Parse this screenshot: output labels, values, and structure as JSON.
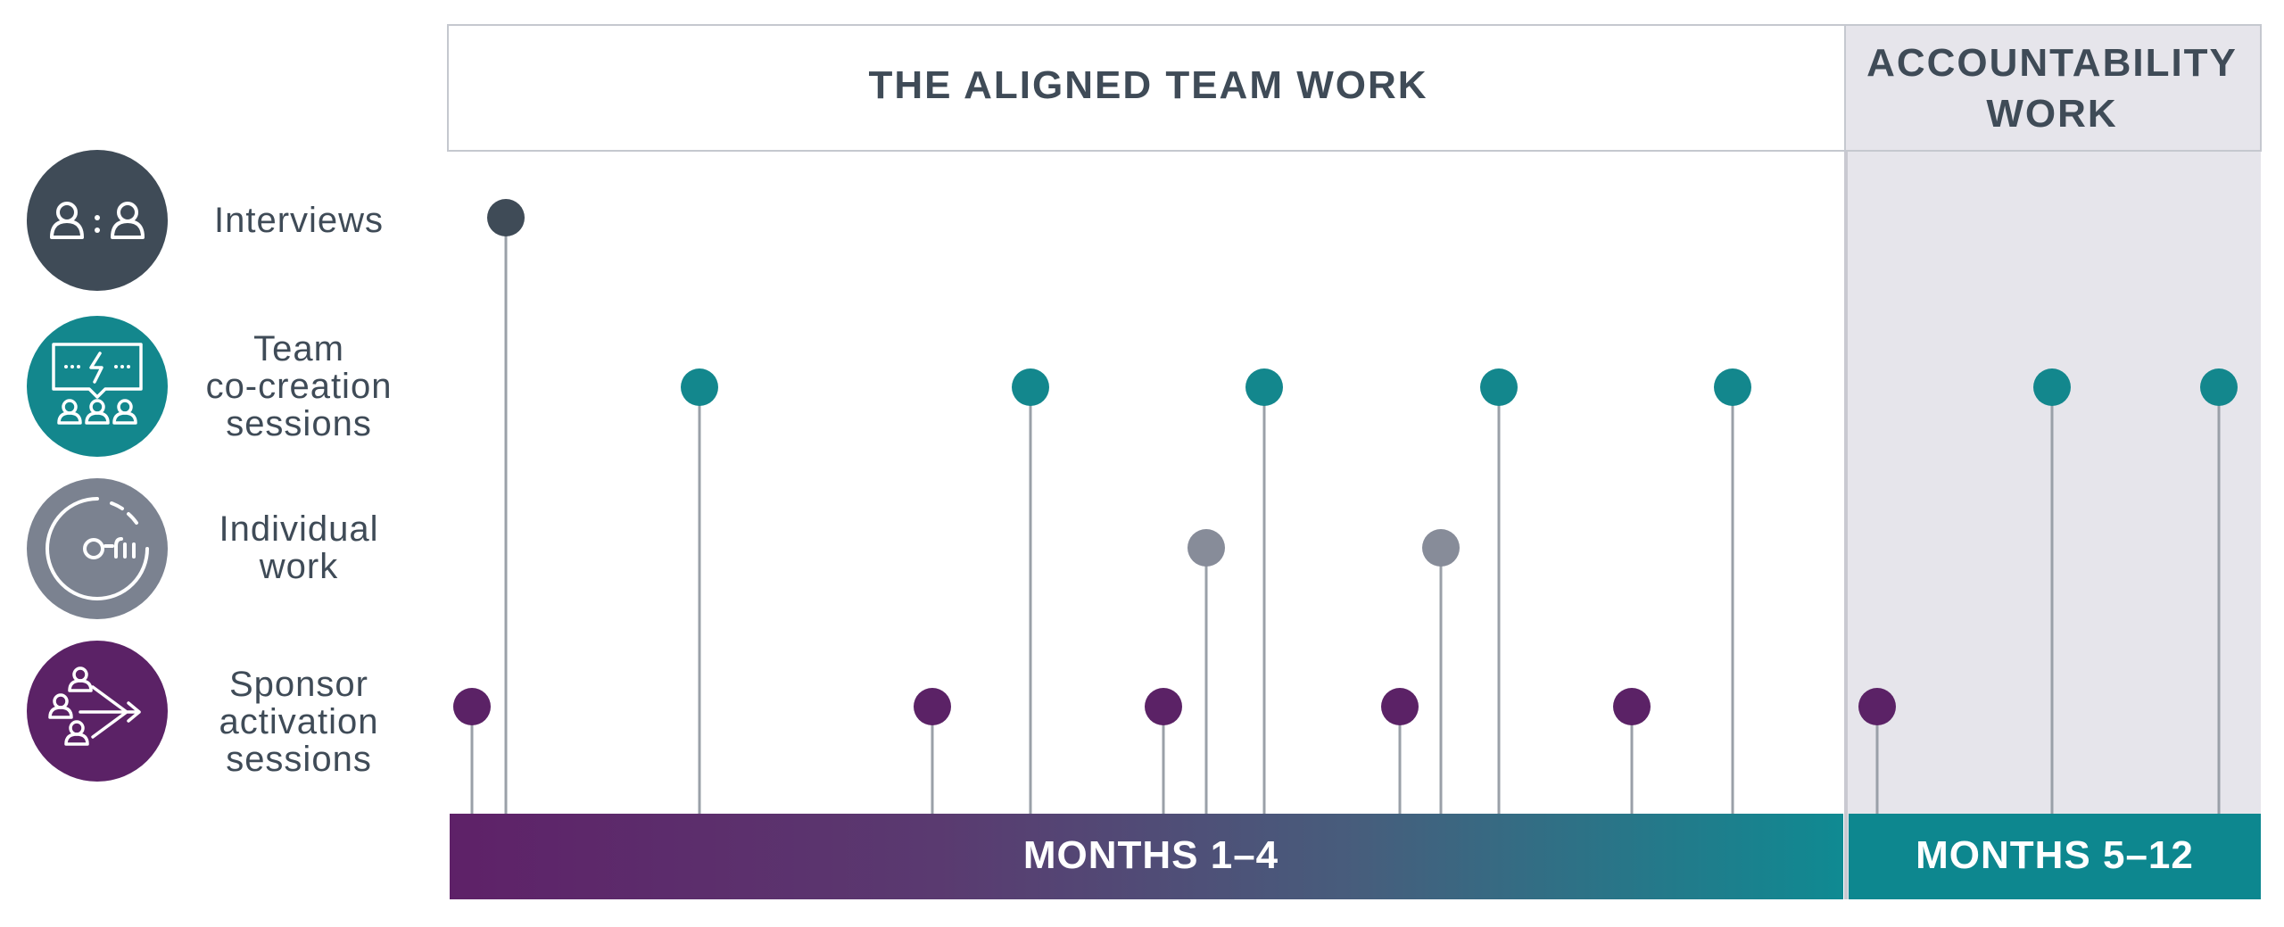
{
  "header": {
    "phase1_title": "THE ALIGNED TEAM WORK",
    "phase2_title_line1": "ACCOUNTABILITY",
    "phase2_title_line2": "WORK"
  },
  "footer": {
    "phase1_label": "MONTHS 1–4",
    "phase2_label": "MONTHS 5–12"
  },
  "legend": [
    {
      "id": "interviews",
      "lines": [
        "Interviews"
      ],
      "color": "#3f4b57",
      "icon": "interview-icon"
    },
    {
      "id": "cocreation",
      "lines": [
        "Team",
        "co-creation",
        "sessions"
      ],
      "color": "#13878d",
      "icon": "co-creation-icon"
    },
    {
      "id": "individual",
      "lines": [
        "Individual",
        "work"
      ],
      "color": "#7b8290",
      "icon": "individual-work-icon"
    },
    {
      "id": "sponsor",
      "lines": [
        "Sponsor",
        "activation",
        "sessions"
      ],
      "color": "#5b2266",
      "icon": "sponsor-activation-icon"
    }
  ],
  "colors": {
    "interviews": "#3f4b57",
    "cocreation": "#13878d",
    "individual": "#878c99",
    "sponsor": "#5b2266",
    "stem": "#9aa0a8",
    "phase2_bg": "#e5e4ea",
    "gradient_start": "#5e2168",
    "gradient_end": "#0f8a92",
    "phase2_bar": "#0d878f"
  }
}
